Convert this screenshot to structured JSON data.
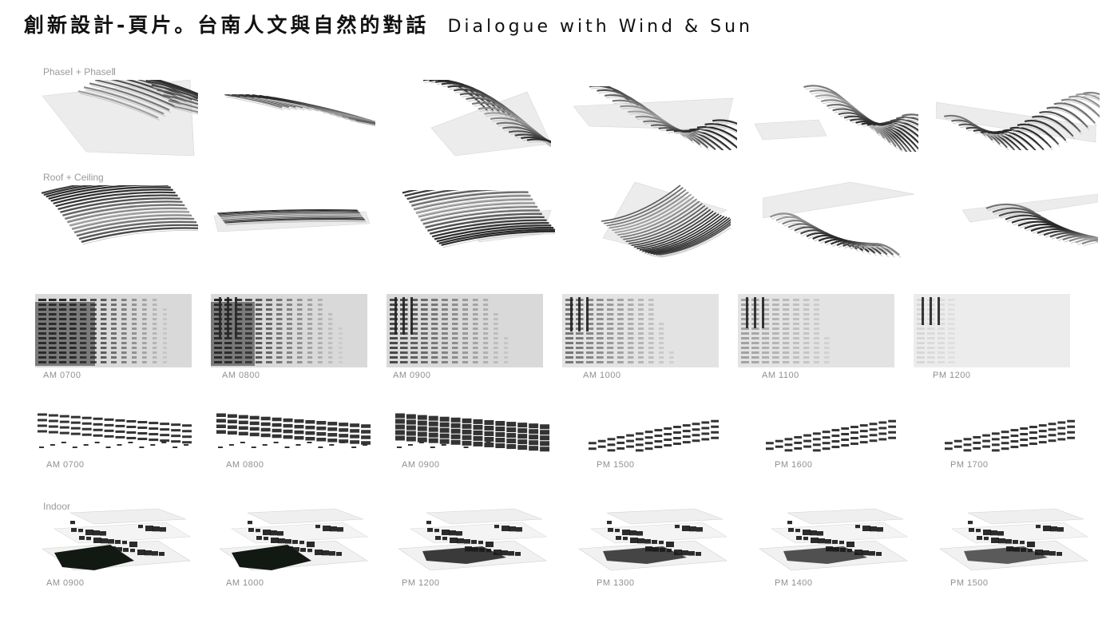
{
  "page": {
    "title_zh": "創新設計-頁片。台南人文與自然的對話",
    "title_en": "Dialogue with Wind & Sun"
  },
  "rows": [
    {
      "label": "PhaseⅠ + PhaseⅡ",
      "captions": []
    },
    {
      "label": "Roof + Ceiling",
      "captions": []
    },
    {
      "label": "",
      "captions": [
        "AM 0700",
        "AM 0800",
        "AM 0900",
        "AM 1000",
        "AM 1100",
        "PM 1200"
      ]
    },
    {
      "label": "",
      "captions": [
        "AM 0700",
        "AM 0800",
        "AM 0900",
        "PM 1500",
        "PM 1600",
        "PM 1700"
      ]
    },
    {
      "label": "Indoor",
      "captions": [
        "AM 0900",
        "AM 1000",
        "PM 1200",
        "PM 1300",
        "PM 1400",
        "PM 1500"
      ]
    }
  ]
}
